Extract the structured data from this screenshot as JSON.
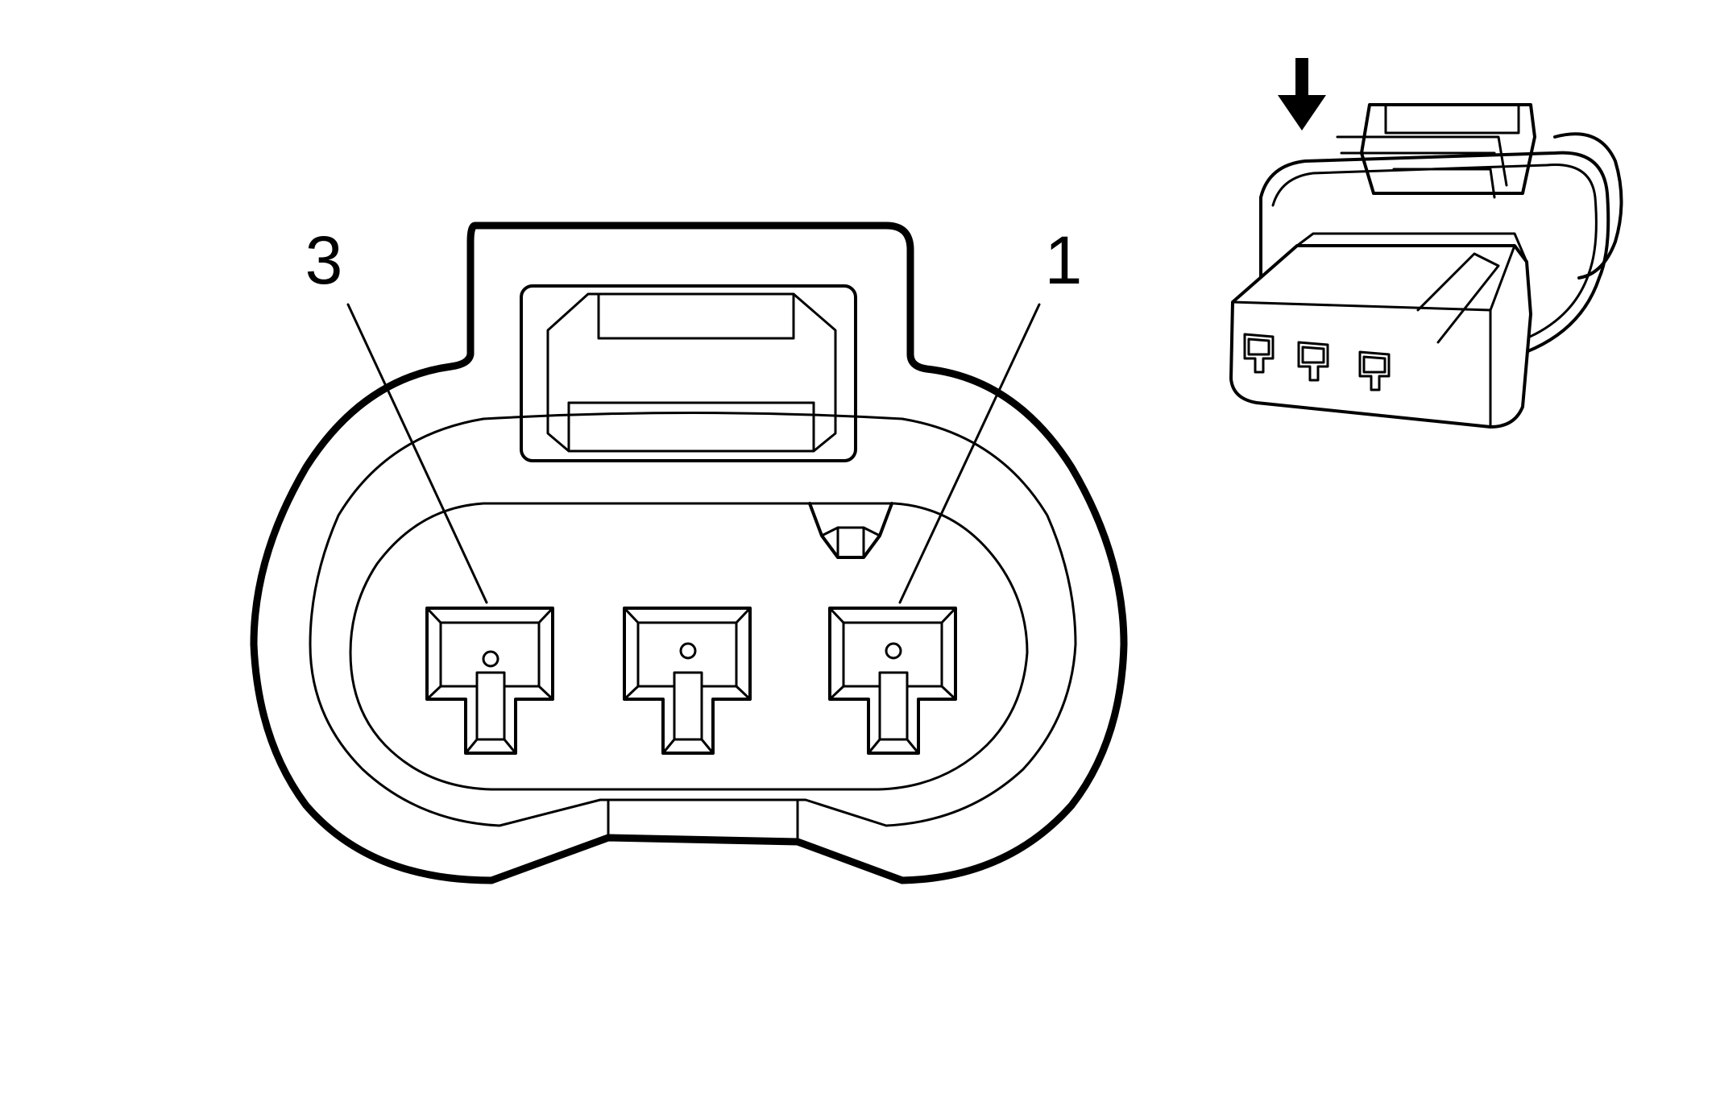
{
  "diagram": {
    "callouts": [
      {
        "id": "pin-3",
        "text": "3"
      },
      {
        "id": "pin-1",
        "text": "1"
      }
    ],
    "colors": {
      "line": "#000000",
      "background": "#ffffff"
    },
    "icons": [
      "down-arrow-icon",
      "connector-perspective-icon"
    ]
  }
}
